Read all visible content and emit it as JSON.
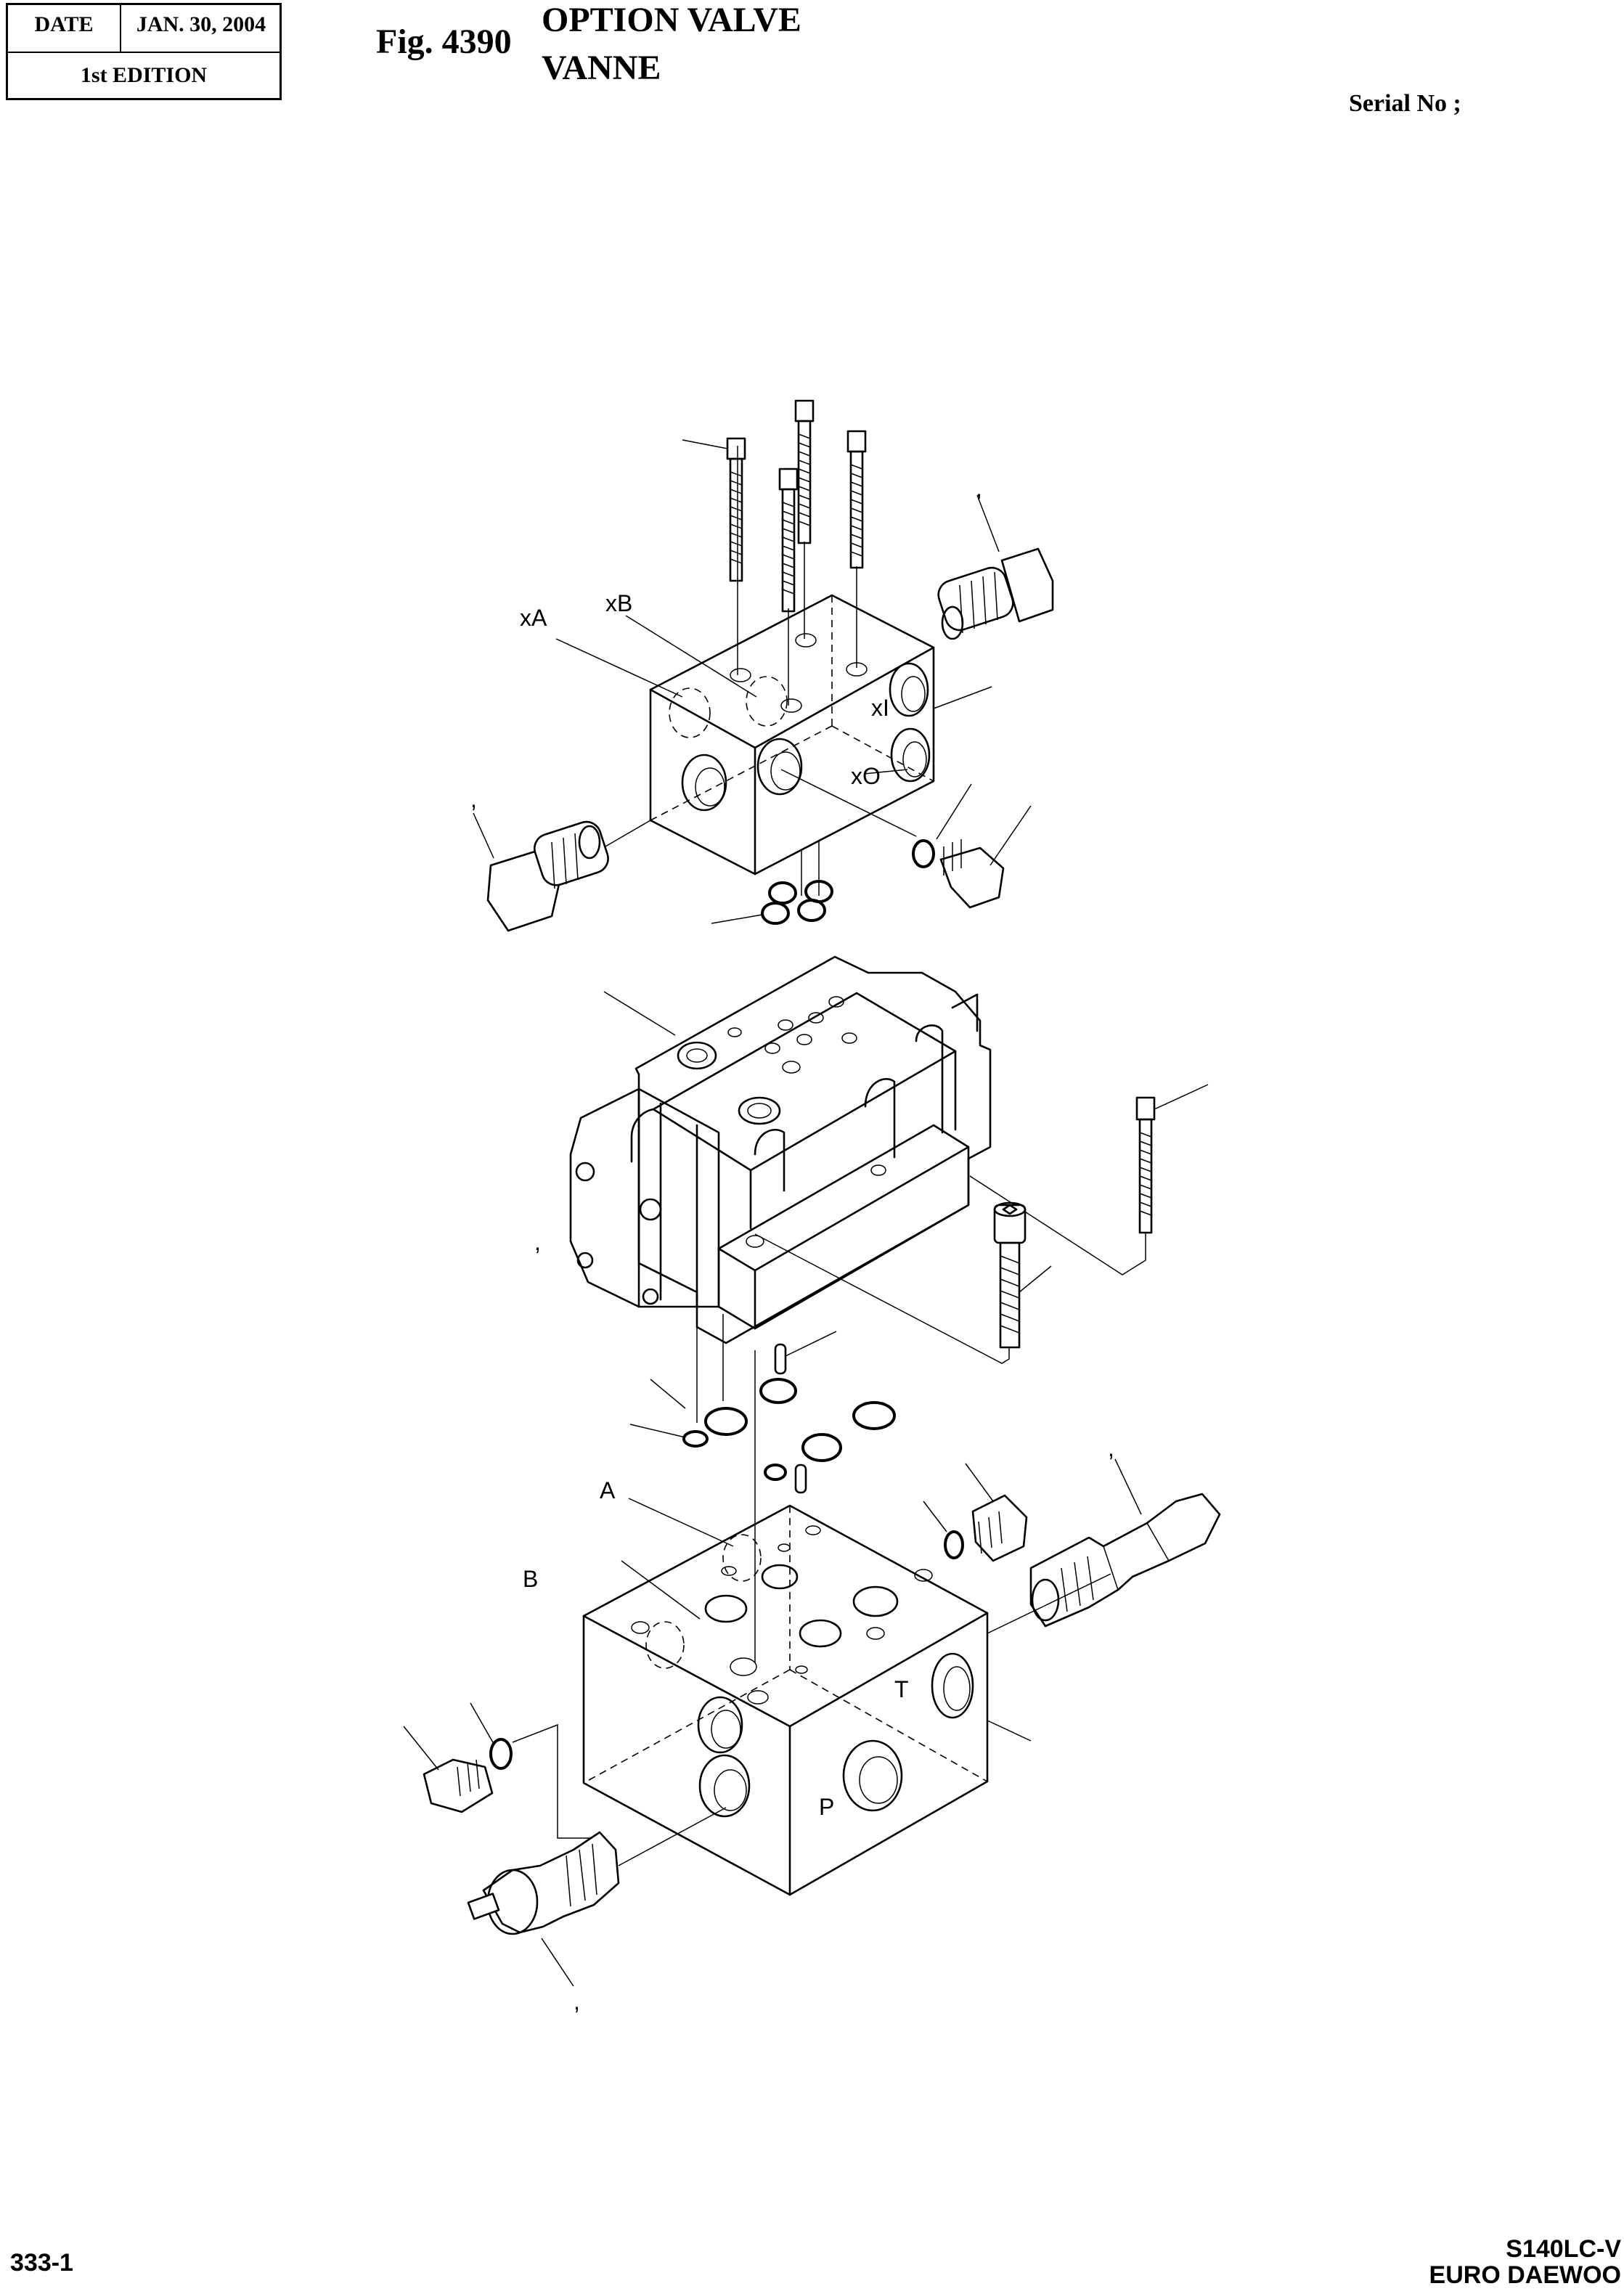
{
  "header": {
    "date_label": "DATE",
    "date_value": "JAN.  30, 2004",
    "edition": "1st EDITION",
    "fig_label": "Fig. 4390",
    "title_en": "OPTION VALVE",
    "title_fr": "VANNE",
    "serial_label": "Serial No ;"
  },
  "footer": {
    "page_number": "333-1",
    "model": "S140LC-V",
    "brand": "EURO DAEWOO"
  },
  "diagram": {
    "port_labels": {
      "xA": "xA",
      "xB": "xB",
      "xI": "xI",
      "xO": "xO",
      "A": "A",
      "B": "B",
      "T": "T",
      "P": "P"
    },
    "comma_marks": [
      ",",
      ",",
      ",",
      ",",
      ","
    ]
  }
}
